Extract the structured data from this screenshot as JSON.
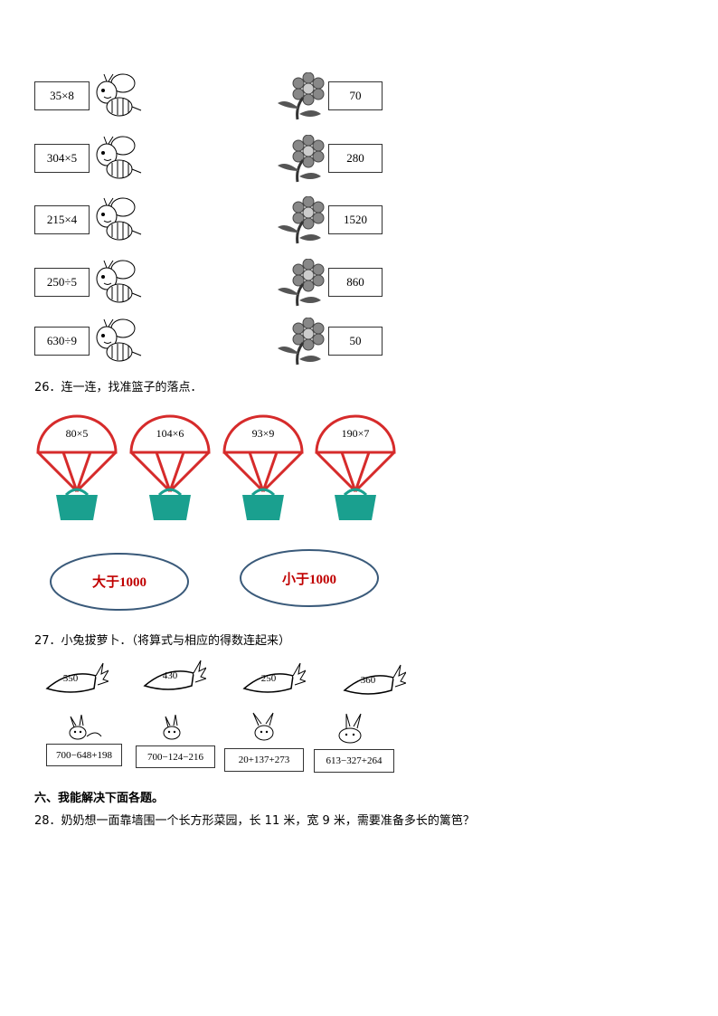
{
  "q25": {
    "expressions": [
      "35×8",
      "304×5",
      "215×4",
      "250÷5",
      "630÷9"
    ],
    "results": [
      "70",
      "280",
      "1520",
      "860",
      "50"
    ]
  },
  "q26": {
    "prompt": "26．连一连，找准篮子的落点．",
    "parachutes": [
      "80×5",
      "104×6",
      "93×9",
      "190×7"
    ],
    "ovals": [
      "大于1000",
      "小于1000"
    ],
    "colors": {
      "chute": "#d62b2b",
      "basket": "#1aa08f",
      "oval": "#3a5a7a",
      "oval_text": "#c00000"
    }
  },
  "q27": {
    "prompt": "27．小兔拔萝卜．（将算式与相应的得数连起来）",
    "carrots": [
      "550",
      "430",
      "250",
      "360"
    ],
    "expressions": [
      "700−648+198",
      "700−124−216",
      "20+137+273",
      "613−327+264"
    ]
  },
  "section6": {
    "heading": "六、我能解决下面各题。"
  },
  "q28": {
    "prompt": "28．奶奶想一面靠墙围一个长方形菜园，长 11 米，宽 9 米，需要准备多长的篱笆？"
  }
}
